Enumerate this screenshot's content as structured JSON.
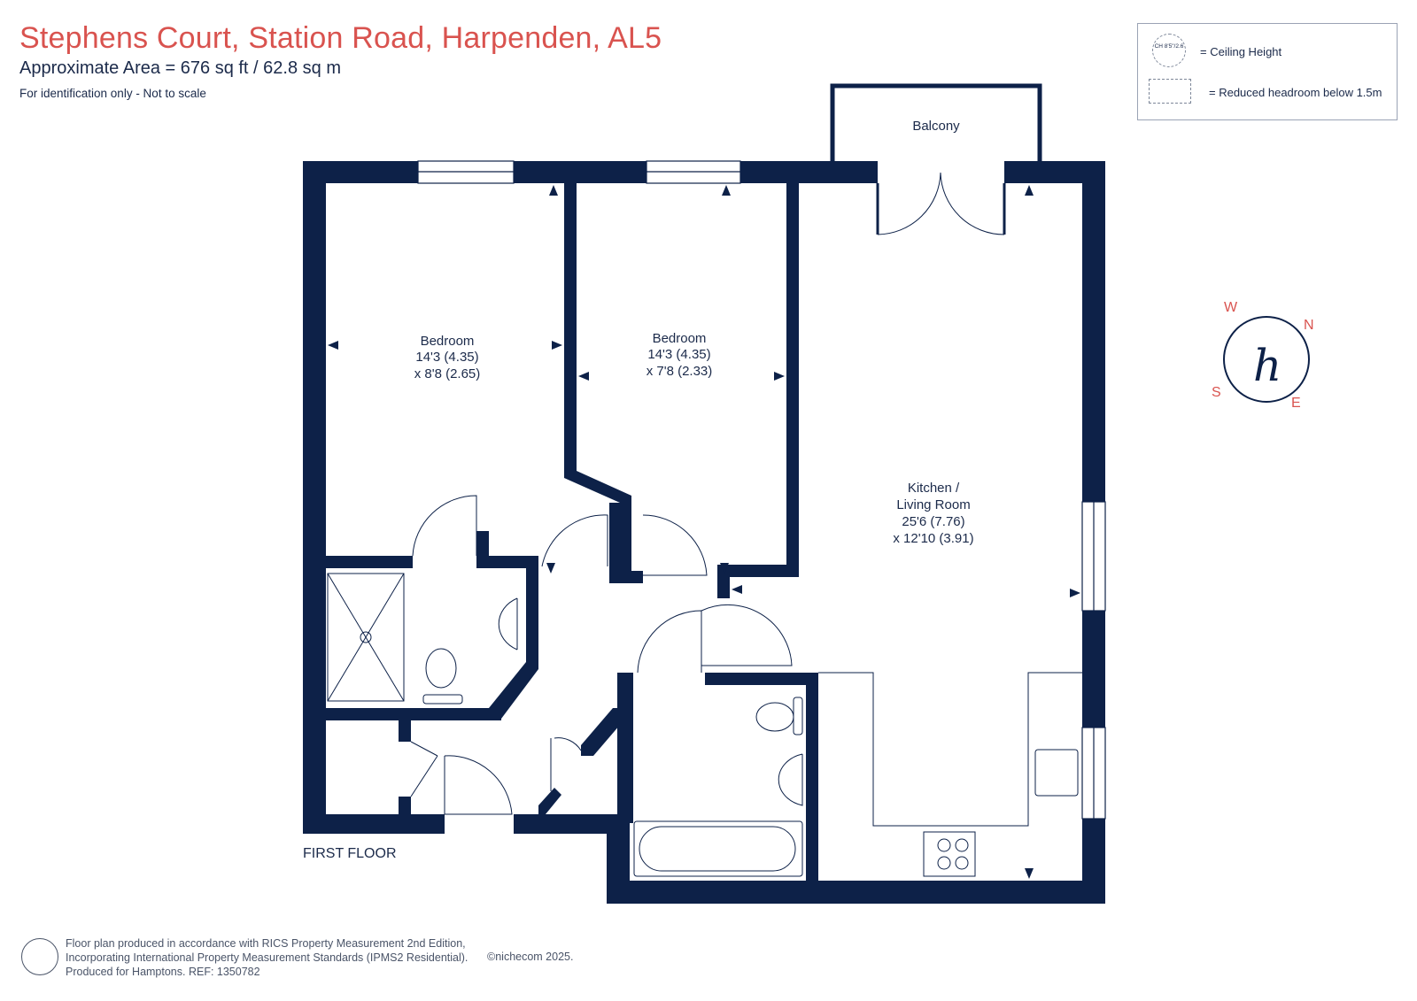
{
  "header": {
    "title": "Stephens Court, Station Road, Harpenden, AL5",
    "area": "Approximate Area = 676 sq ft / 62.8 sq m",
    "note": "For identification only - Not to scale"
  },
  "legend": {
    "ceiling_icon_text": "CH 8'5\"/2.6",
    "ceiling_label": "= Ceiling Height",
    "reduced_label": "= Reduced headroom below 1.5m"
  },
  "rooms": {
    "bedroom1": {
      "name": "Bedroom",
      "dim1": "14'3 (4.35)",
      "dim2": "x 8'8 (2.65)"
    },
    "bedroom2": {
      "name": "Bedroom",
      "dim1": "14'3 (4.35)",
      "dim2": "x 7'8 (2.33)"
    },
    "kitchen": {
      "name1": "Kitchen /",
      "name2": "Living Room",
      "dim1": "25'6 (7.76)",
      "dim2": "x 12'10 (3.91)"
    },
    "balcony": {
      "name": "Balcony"
    }
  },
  "floor_label": "FIRST FLOOR",
  "compass": {
    "w": "W",
    "n": "N",
    "s": "S",
    "e": "E",
    "logo": "h"
  },
  "footer": {
    "line1": "Floor plan produced in accordance with RICS Property Measurement 2nd Edition,",
    "line2": "Incorporating International Property Measurement Standards (IPMS2 Residential).",
    "line3": "Produced for Hamptons.  REF: 1350782",
    "copyright": "©nichecom 2025."
  },
  "colors": {
    "wall": "#0d2148",
    "accent": "#d9534f"
  }
}
